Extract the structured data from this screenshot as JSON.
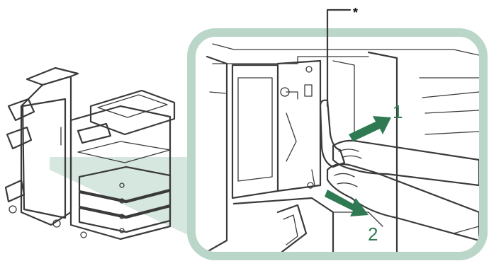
{
  "figure": {
    "callout_marker": "*",
    "step_labels": [
      "1",
      "2"
    ],
    "colors": {
      "finisher_panel": "#6fa98a",
      "zoom_frame": "#b9d6c8",
      "arrow": "#2f7a52",
      "device_body": "#f3dcd3",
      "device_shade": "#e8c9bd",
      "handle": "#8fbfa7"
    },
    "illustrations": [
      "copier-with-finisher",
      "open-finisher-closeup",
      "hand-pulling-handle"
    ]
  }
}
